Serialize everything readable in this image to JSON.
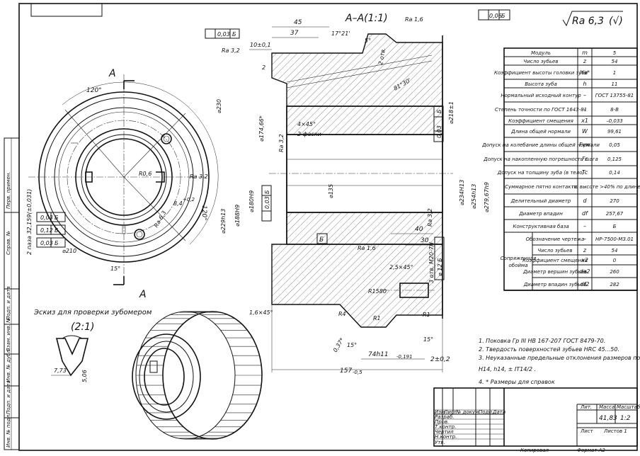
{
  "roughness": {
    "general": "Ra 6,3",
    "symbol_note": "(√)"
  },
  "section_title": "A–A(1:1)",
  "section_marks": {
    "top": "A",
    "bottom": "A"
  },
  "sketch_title": "Эскиз для проверки зубомером",
  "sketch_scale": "(2:1)",
  "sketch_dims": [
    "7,73",
    "5,06"
  ],
  "dims_left": [
    "120°",
    "R0,6",
    "Ra 3,2",
    "8,4",
    "+0,2",
    "120°",
    "Ra 6,3",
    "⌀210",
    "15°",
    "2 паза 32,159(±0,031)"
  ],
  "dims_section": [
    "45",
    "37",
    "10±0,1",
    "Ra 3,2",
    "0,03",
    "Б",
    "⌀230",
    "2",
    "⌀174,66*",
    "4×45°",
    "2 фаски",
    "Ra 3,2",
    "⌀229h13",
    "⌀188H9",
    "⌀180H9",
    "0,03",
    "Б",
    "⌀135",
    "Ra 1,6",
    "17°21'",
    "5°",
    "2 отв.",
    "81°30'",
    "⌀218±1",
    "0,03",
    "Б",
    "⌀234H13",
    "⌀254h13",
    "⌀279,67h9",
    "Ra 3,2",
    "40",
    "30",
    "Б",
    "Ra 1,6",
    "2,5×45°",
    "3 отв. М20-7H",
    "⌀ 12 Б",
    "R1580",
    "1,6×45°",
    "R4",
    "R1",
    "R1",
    "0,37*",
    "15°",
    "15°",
    "74h11",
    "-0,191",
    "2±0,2",
    "157",
    "-0,5",
    "0,06",
    "Б"
  ],
  "params_table": {
    "rows": [
      {
        "name": "Модуль",
        "sym": "m",
        "val": "5"
      },
      {
        "name": "Число зубьев",
        "sym": "z",
        "val": "54"
      },
      {
        "name": "Коэффициент высоты головки зуба",
        "sym": "ha*",
        "val": "1"
      },
      {
        "name": "Высота зуба",
        "sym": "h",
        "val": "11"
      },
      {
        "name": "Нормальный исходный контур",
        "sym": "–",
        "val": "ГОСТ 13755-81"
      },
      {
        "name": "Степень точности по ГОСТ 1643-81",
        "sym": "–",
        "val": "8-B"
      },
      {
        "name": "Коэффициент смещения",
        "sym": "x1",
        "val": "–0,033"
      },
      {
        "name": "Длина общей нормали",
        "sym": "W",
        "val": "99,61"
      },
      {
        "name": "Допуск на колебание длины общей нормали",
        "sym": "Fvw",
        "val": "0,05"
      },
      {
        "name": "Допуск на накопленную погрешность шага",
        "sym": "Fr",
        "val": "0,125"
      },
      {
        "name": "Допуск на толщину зуба (в тело)",
        "sym": "Tc",
        "val": "0,14"
      },
      {
        "name": "Суммарное пятно контакта",
        "sym": "–",
        "val": "по высоте >40% по длине >50%"
      },
      {
        "name": "Делительный диаметр",
        "sym": "d",
        "val": "270"
      },
      {
        "name": "Диаметр впадин",
        "sym": "df",
        "val": "257,67"
      },
      {
        "name": "Конструктивная база",
        "sym": "–",
        "val": "Б"
      }
    ],
    "mating": {
      "label": "Сопряженная обойма",
      "rows": [
        {
          "name": "Обозначение чертежа",
          "sym": "–",
          "val": "НР-7500-МЗ.01"
        },
        {
          "name": "Число зубьев",
          "sym": "z",
          "val": "54"
        },
        {
          "name": "Коэффициент смещения",
          "sym": "x2",
          "val": "0"
        },
        {
          "name": "Диаметр вершин зубьев",
          "sym": "da2",
          "val": "260"
        },
        {
          "name": "Диаметр впадин зубьев",
          "sym": "df2",
          "val": "282"
        }
      ]
    }
  },
  "notes": [
    "1. Поковка Гр III НВ 167-207 ГОСТ 8479-70.",
    "2. Твердость поверхностей зубьев HRC 45...50.",
    "3. Неуказанные предельные отклонения размеров по",
    "H14, h14, ± IT14/2 .",
    "4. * Размеры для справок"
  ],
  "title_block": {
    "headers": [
      "Изм",
      "Лист",
      "№ докум.",
      "Подп.",
      "Дата"
    ],
    "roles": [
      "Разраб.",
      "Пров.",
      "Т.контр.",
      "Н.контр.",
      "Утв."
    ],
    "role_extra": "Чертил",
    "cols": [
      "Лит.",
      "Масса",
      "Масштаб"
    ],
    "mass": "41,83",
    "scale": "1:2",
    "sheet": "Лист",
    "sheets": "Листов   1",
    "footer_left": "Копировал",
    "footer_right": "Формат   А2"
  },
  "side_stamps": [
    "Перв. примен.",
    "Справ. №",
    "Подп. и дата",
    "Взам. инв. №",
    "Инв. № дубл.",
    "Подп. и дата",
    "Инв. № подл."
  ]
}
